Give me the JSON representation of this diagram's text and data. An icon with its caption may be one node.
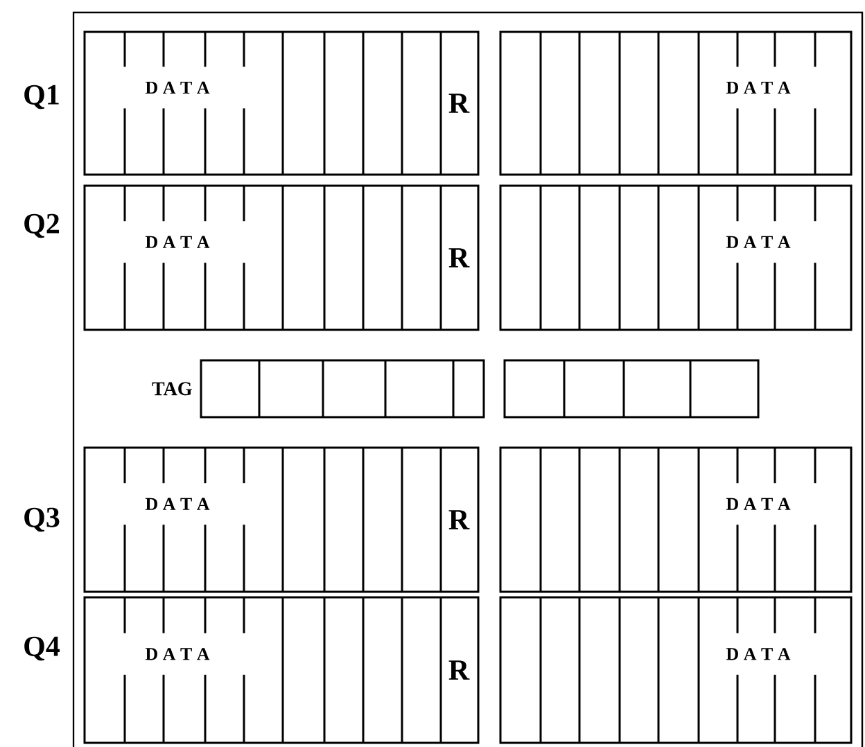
{
  "diagram": {
    "nodes": [
      {
        "text": [
          "D A T A",
          "R"
        ]
      },
      {
        "text": [
          "D A T A"
        ]
      },
      {
        "text": [
          "D A T A",
          "R"
        ]
      },
      {
        "text": [
          "D A T A"
        ]
      },
      {
        "text": [],
        "shape": "box",
        "beside": [
          "TAG"
        ]
      },
      {
        "text": [],
        "shape": "box"
      },
      {
        "text": [
          "D A T A",
          "R"
        ]
      },
      {
        "text": [
          "D A T A"
        ]
      },
      {
        "text": [
          "D A T A",
          "R"
        ]
      },
      {
        "text": [
          "D A T A"
        ]
      }
    ],
    "labels": [
      "Q1",
      "Q2",
      "Q3",
      "Q4"
    ]
  }
}
